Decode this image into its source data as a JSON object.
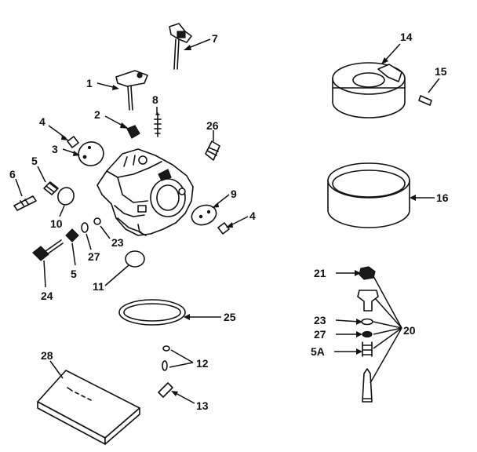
{
  "callouts": {
    "n1": "1",
    "n2": "2",
    "n3": "3",
    "n4a": "4",
    "n4b": "4",
    "n5a": "5",
    "n5b": "5",
    "n5A": "5A",
    "n6": "6",
    "n7": "7",
    "n8": "8",
    "n9": "9",
    "n10": "10",
    "n11": "11",
    "n12": "12",
    "n13": "13",
    "n14": "14",
    "n15": "15",
    "n16": "16",
    "n20": "20",
    "n21": "21",
    "n23a": "23",
    "n23b": "23",
    "n24": "24",
    "n25": "25",
    "n26": "26",
    "n27a": "27",
    "n27b": "27",
    "n28": "28"
  }
}
